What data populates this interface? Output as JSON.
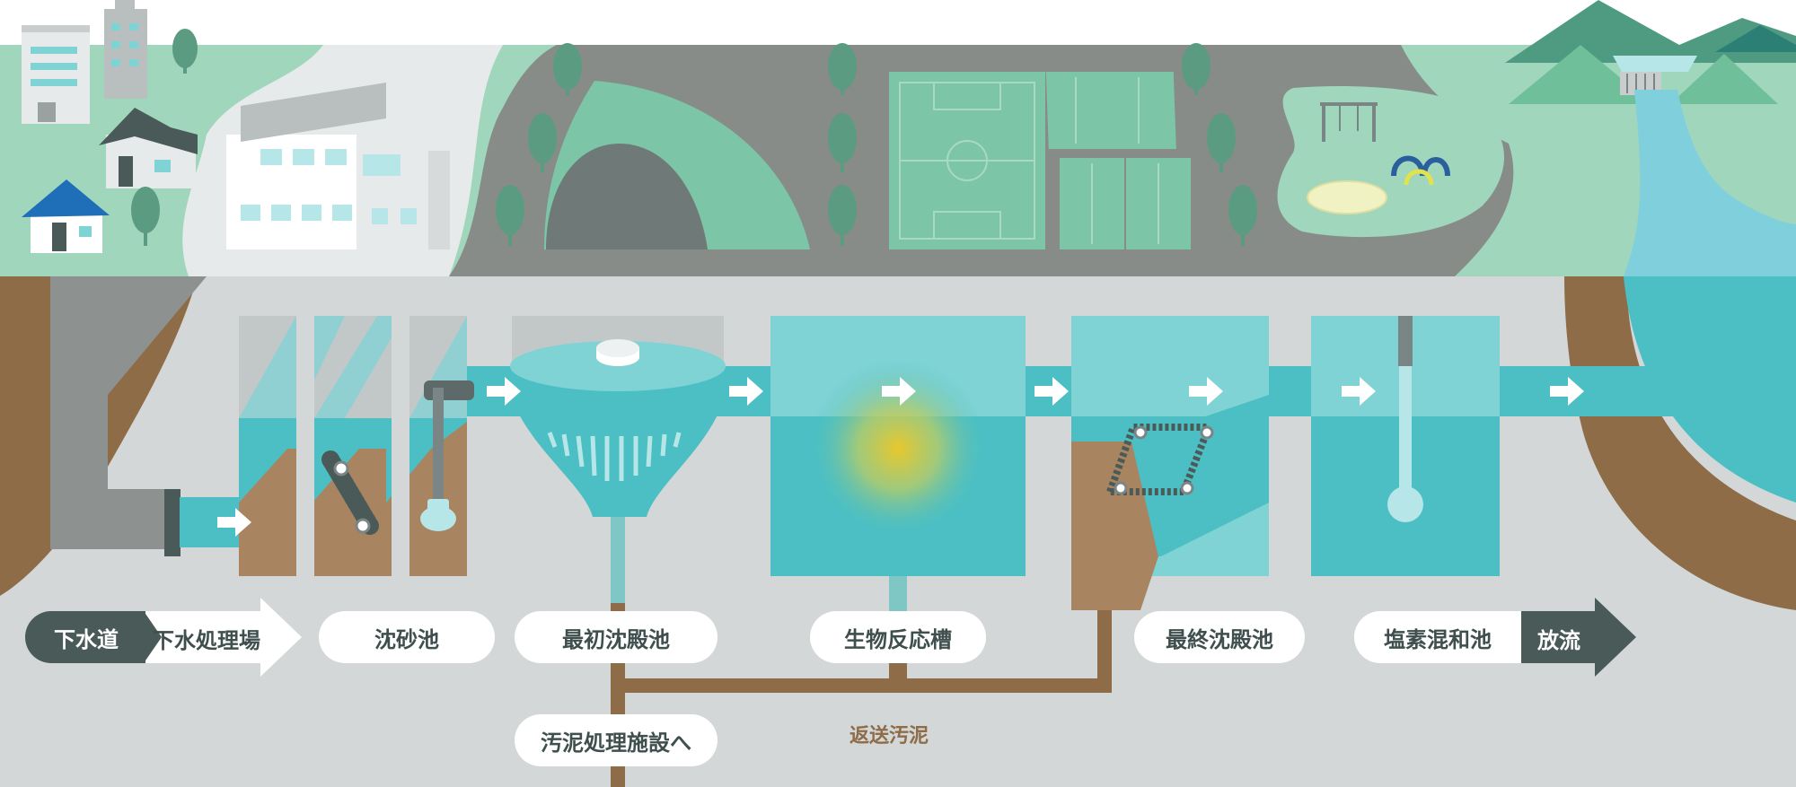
{
  "labels": {
    "sewer": "下水道",
    "treatment_plant": "下水処理場",
    "grit_chamber": "沈砂池",
    "primary_sedimentation": "最初沈殿池",
    "bioreactor": "生物反応槽",
    "final_sedimentation": "最終沈殿池",
    "chlorine_tank": "塩素混和池",
    "discharge": "放流",
    "to_sludge_facility": "汚泥処理施設へ",
    "return_sludge": "返送汚泥"
  },
  "colors": {
    "underground": "#d3d7d7",
    "water": "#4bbfc4",
    "water_light": "#7fd3d5",
    "soil": "#8e6c47",
    "soil_light": "#a88560",
    "grass": "#9fd6bc",
    "park_grey": "#868a87",
    "dark_label": "#4a5a58",
    "return_sludge_text": "#8e6c47"
  }
}
